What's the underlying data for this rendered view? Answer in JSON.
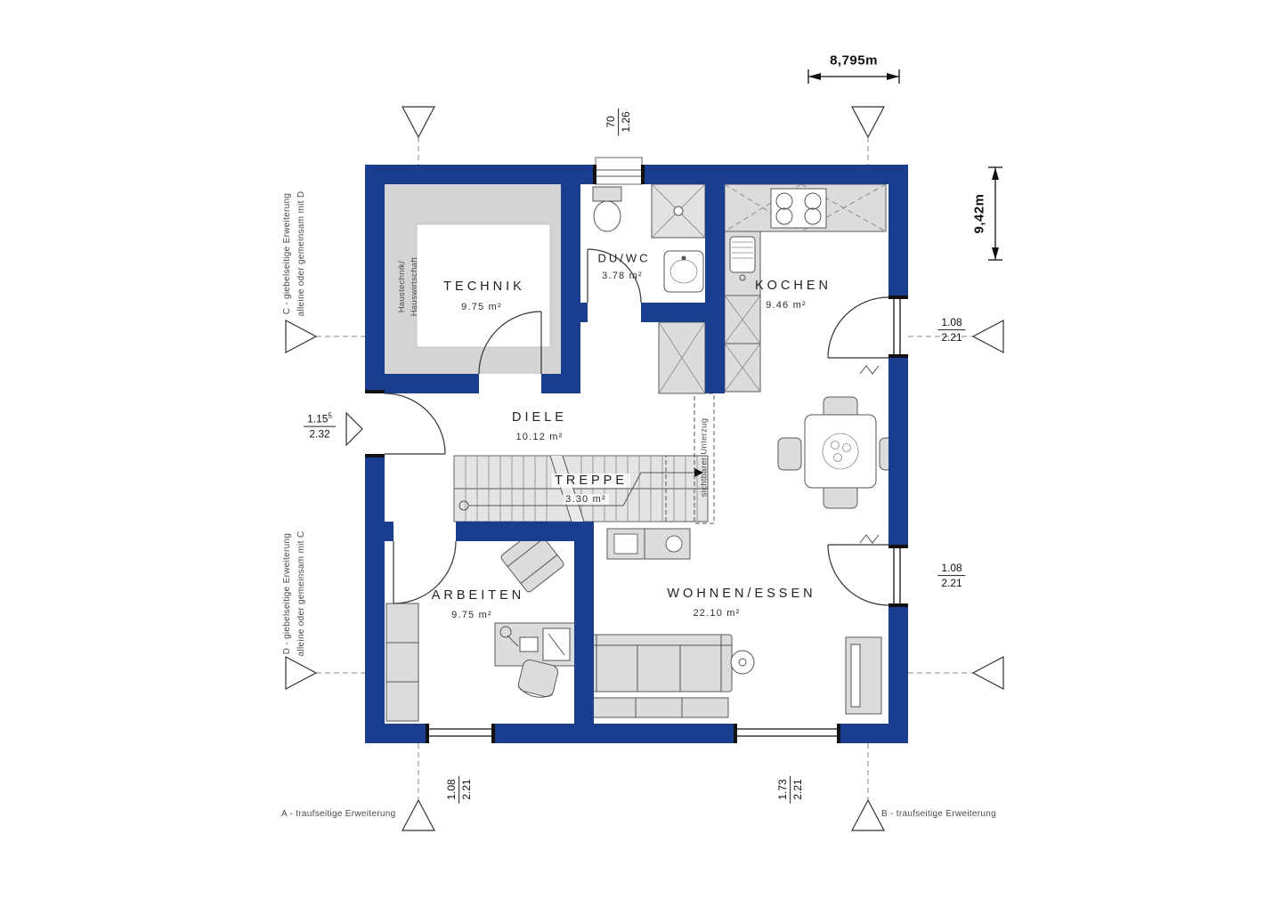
{
  "colors": {
    "wall": "#1a3d8f",
    "floor": "#d4d4d4",
    "furn": "#dcdcdc"
  },
  "rooms": {
    "technik": {
      "name": "TECHNIK",
      "area": "9.75 m²"
    },
    "duwc": {
      "name": "DU/WC",
      "area": "3.78 m²"
    },
    "kochen": {
      "name": "KOCHEN",
      "area": "9.46 m²"
    },
    "diele": {
      "name": "DIELE",
      "area": "10.12 m²"
    },
    "treppe": {
      "name": "TREPPE",
      "area": "3.30 m²"
    },
    "arbeiten": {
      "name": "ARBEITEN",
      "area": "9.75 m²"
    },
    "wohnen": {
      "name": "WOHNEN/ESSEN",
      "area": "22.10 m²"
    }
  },
  "dimensions": {
    "overall_width": "8,795m",
    "overall_depth": "9,42m",
    "top_window": {
      "num": "70",
      "den": "1.26"
    },
    "entry_door": {
      "num": "1.15",
      "sup": "5",
      "den": "2.32"
    },
    "kitchen_door": {
      "num": "1.08",
      "den": "2.21"
    },
    "living_door": {
      "num": "1.08",
      "den": "2.21"
    },
    "office_window": {
      "num": "1.08",
      "den": "2.21"
    },
    "living_window": {
      "num": "1.73",
      "den": "2.21"
    }
  },
  "annotations": {
    "technik_side_line1": "Haustechnik/",
    "technik_side_line2": "Hauswirtschaft",
    "beam": "sichtbarer Unterzug",
    "ext_c_line1": "C - giebelseitige Erweiterung",
    "ext_c_line2": "alleine oder gemeinsam mit D",
    "ext_d_line1": "D - giebelseitige Erweiterung",
    "ext_d_line2": "alleine oder gemeinsam mit C",
    "ext_a": "A - traufseitige Erweiterung",
    "ext_b": "B - traufseitige Erweiterung"
  }
}
